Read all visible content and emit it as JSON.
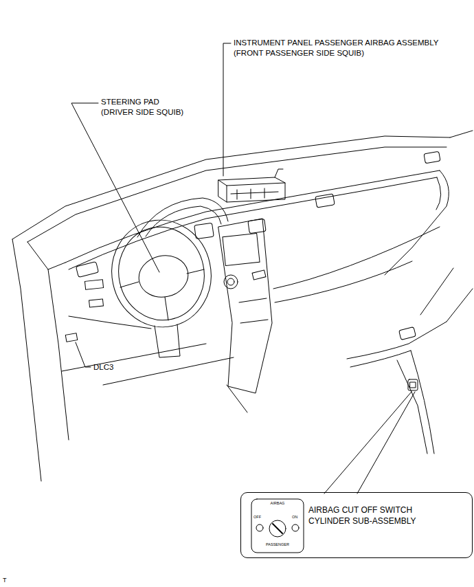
{
  "diagram": {
    "nodes": [
      {
        "text": [
          "AIRBAG CUT OFF SWITCH CYLINDER SUB-ASSEMBLY"
        ]
      }
    ],
    "labels": [
      "INSTRUMENT PANEL PASSENGER AIRBAG ASSEMBLY (FRONT PASSENGER SIDE SQUIB)",
      "STEERING PAD (DRIVER SIDE SQUIB)",
      "DLC3",
      "AIRBAG",
      "OFF",
      "ON",
      "PASSENGER",
      "T"
    ]
  }
}
